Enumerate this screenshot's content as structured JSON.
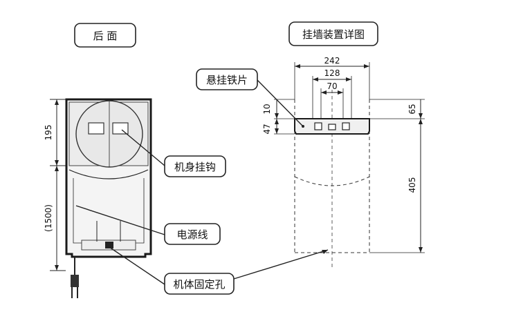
{
  "titles": {
    "back_view": "后  面",
    "mount_detail": "挂墙装置详图"
  },
  "callouts": {
    "body_hook": "机身挂钩",
    "power_cord": "电源线",
    "fixing_hole": "机体固定孔",
    "hanging_plate": "悬挂铁片"
  },
  "dimensions": {
    "upper_height": "195",
    "cord_length": "(1500)",
    "width_total": "242",
    "width_mid": "128",
    "width_inner": "70",
    "top_offset": "10",
    "plate_height": "47",
    "right_65": "65",
    "right_405": "405"
  }
}
